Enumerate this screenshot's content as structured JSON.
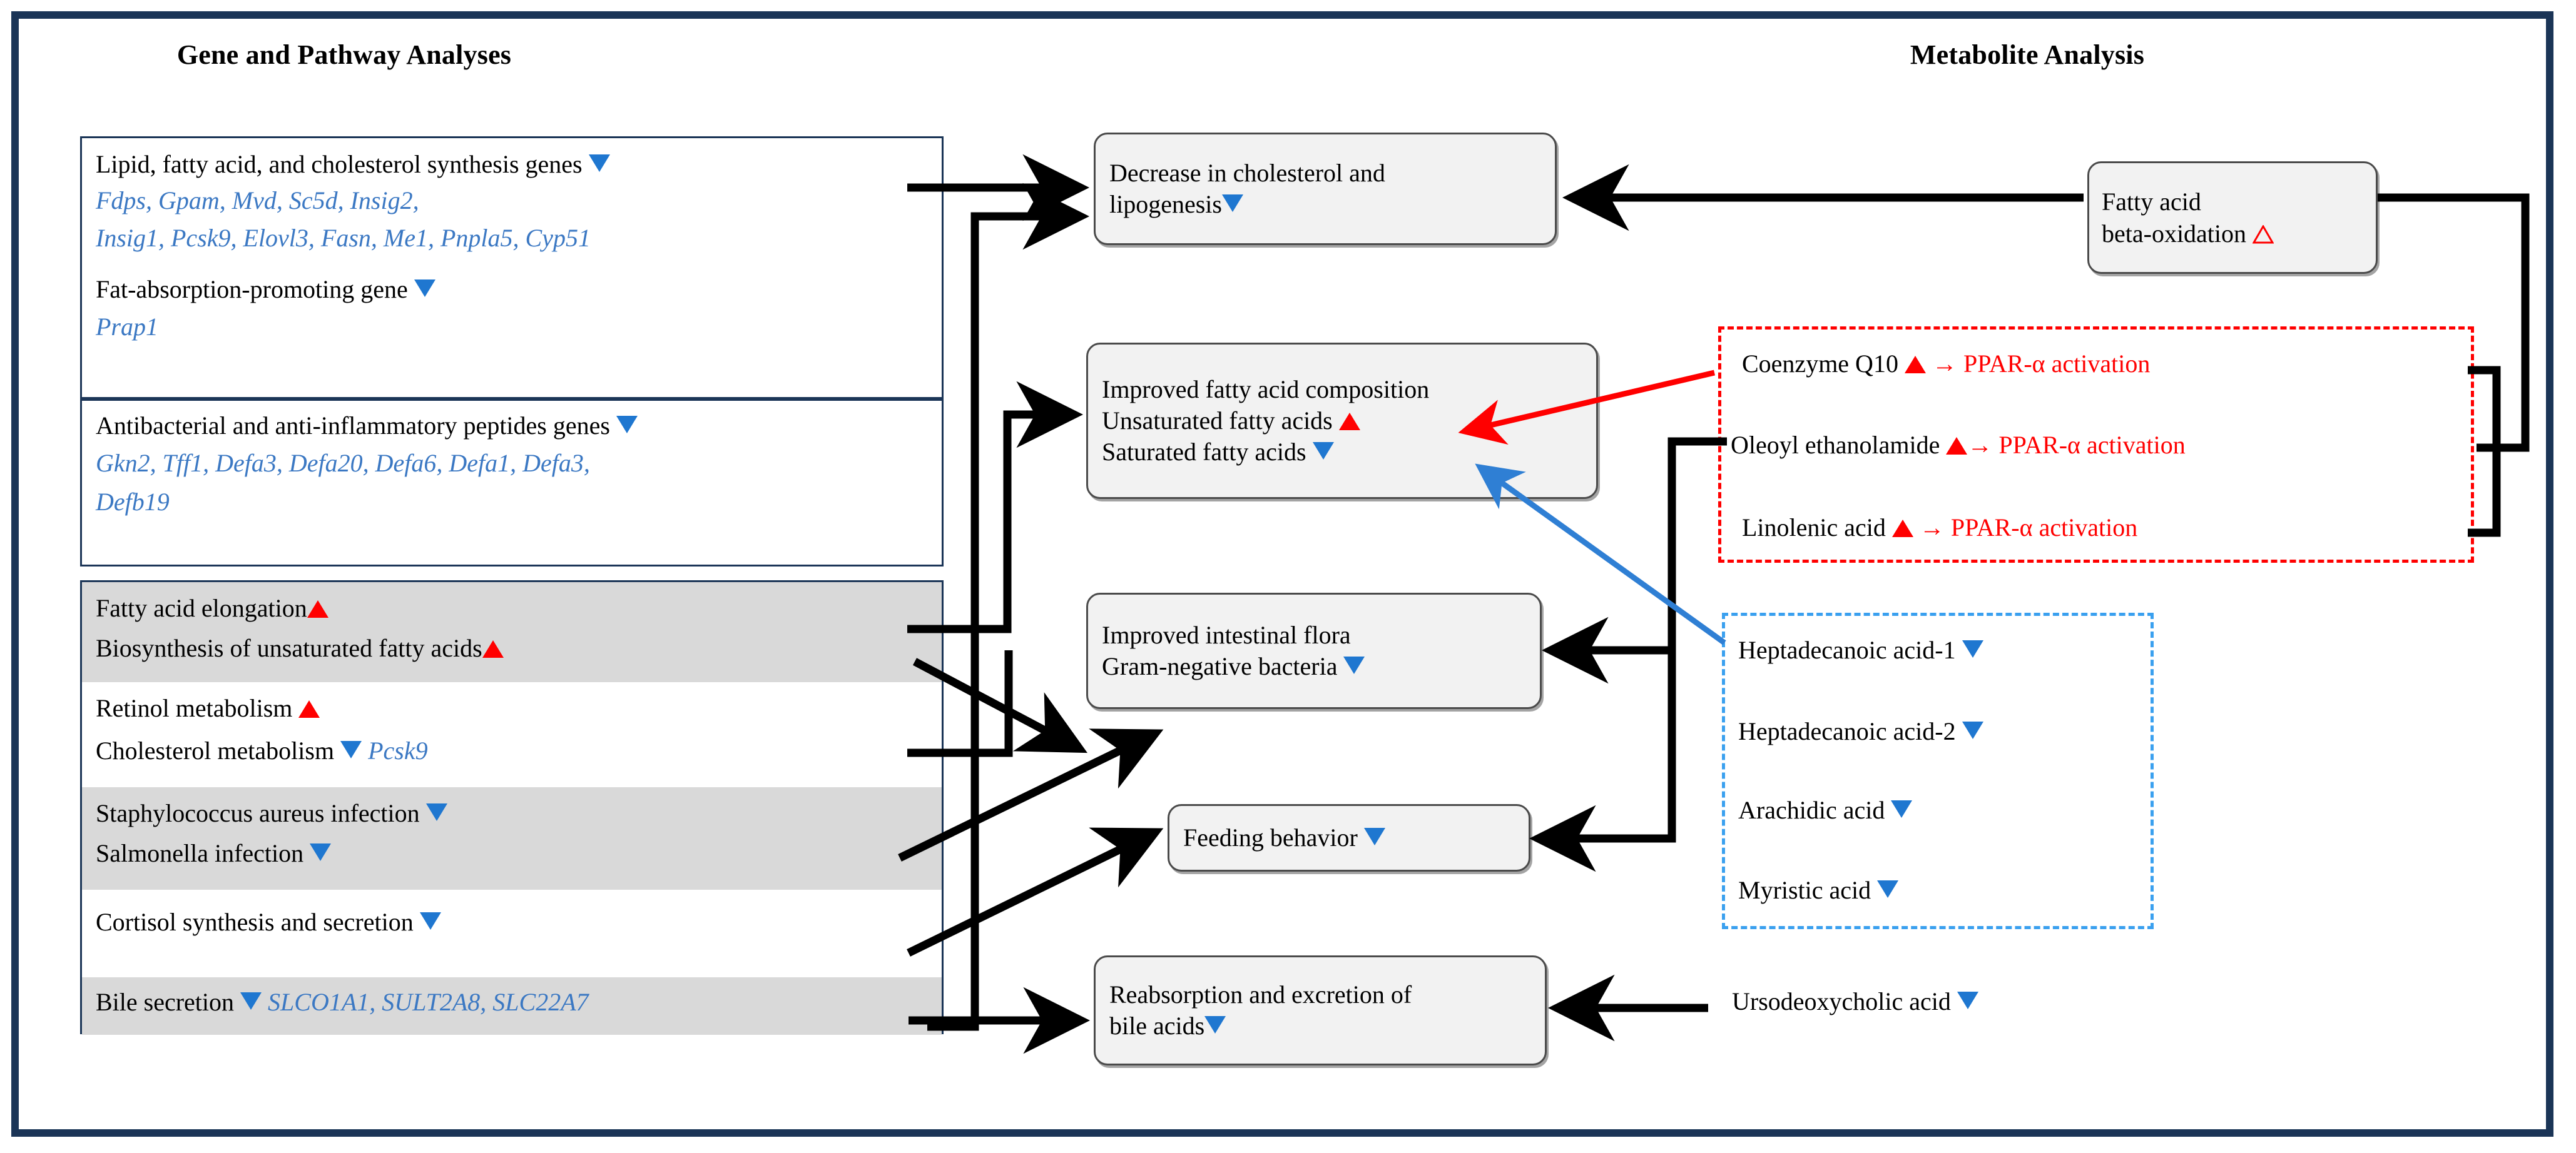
{
  "titles": {
    "left": "Gene and Pathway Analyses",
    "right": "Metabolite Analysis"
  },
  "colors": {
    "frame": "#1b3557",
    "up_marker": "#ff0000",
    "down_marker": "#1f77d0",
    "gene_text": "#3b78c3",
    "dashed_red": "#ff0000",
    "dashed_blue": "#3aa0ef",
    "box_fill": "#f2f2f2",
    "band_gray": "#d9d9d9"
  },
  "legend_markers": {
    "up": "▲",
    "down": "▼",
    "up_hollow": "△",
    "arrow_right": "→"
  },
  "gene_boxes": [
    {
      "id": "lipid-synthesis",
      "rows": [
        {
          "label": "Lipid, fatty acid, and cholesterol synthesis genes",
          "marker": "down"
        },
        {
          "genes": "Fdps, Gpam, Mvd, Sc5d, Insig2,"
        },
        {
          "genes": "Insig1, Pcsk9, Elovl3, Fasn, Me1, Pnpla5, Cyp51"
        },
        {
          "label": "Fat-absorption-promoting  gene",
          "marker": "down"
        },
        {
          "genes": "Prap1"
        }
      ]
    },
    {
      "id": "antibacterial-peptides",
      "rows": [
        {
          "label": "Antibacterial and anti-inflammatory peptides genes",
          "marker": "down"
        },
        {
          "genes": "Gkn2, Tff1, Defa3, Defa20, Defa6, Defa1, Defa3,"
        },
        {
          "genes": "Defb19"
        }
      ]
    }
  ],
  "pathway_bands": [
    {
      "id": "fatty-acid-elongation",
      "shade": "gray",
      "lines": [
        {
          "label": "Fatty acid elongation",
          "marker": "up",
          "gap": false
        },
        {
          "label": "Biosynthesis of unsaturated fatty acids",
          "marker": "up",
          "gap": false
        }
      ]
    },
    {
      "id": "retinol-cholesterol",
      "shade": "white",
      "lines": [
        {
          "label": "Retinol metabolism ",
          "marker": "up",
          "gap": true
        },
        {
          "label": "Cholesterol metabolism ",
          "marker": "down",
          "gap": true,
          "genes": "Pcsk9"
        }
      ]
    },
    {
      "id": "infections",
      "shade": "gray",
      "lines": [
        {
          "label": "Staphylococcus aureus infection ",
          "marker": "down",
          "gap": true
        },
        {
          "label": "Salmonella infection ",
          "marker": "down",
          "gap": true
        }
      ]
    },
    {
      "id": "cortisol",
      "shade": "white",
      "lines": [
        {
          "label": "Cortisol synthesis and secretion ",
          "marker": "down",
          "gap": true
        }
      ]
    },
    {
      "id": "bile-secretion",
      "shade": "gray",
      "lines": [
        {
          "label": "Bile secretion ",
          "marker": "down",
          "gap": true,
          "genes": "SLCO1A1, SULT2A8, SLC22A7"
        }
      ]
    }
  ],
  "outcome_boxes": [
    {
      "id": "cholesterol-lipogenesis",
      "lines": [
        {
          "text": "Decrease in cholesterol and",
          "marker": null
        },
        {
          "text": "lipogenesis",
          "marker": "down"
        }
      ]
    },
    {
      "id": "fatty-acid-composition",
      "lines": [
        {
          "text": "Improved fatty acid composition",
          "marker": null
        },
        {
          "text": "Unsaturated fatty acids ",
          "marker": "up"
        },
        {
          "text": "Saturated fatty acids ",
          "marker": "down"
        }
      ]
    },
    {
      "id": "intestinal-flora",
      "lines": [
        {
          "text": "Improved intestinal flora",
          "marker": null
        },
        {
          "text": "Gram-negative bacteria ",
          "marker": "down"
        }
      ]
    },
    {
      "id": "feeding-behavior",
      "lines": [
        {
          "text": "Feeding behavior ",
          "marker": "down"
        }
      ]
    },
    {
      "id": "bile-acids",
      "lines": [
        {
          "text": "Reabsorption and excretion of",
          "marker": null
        },
        {
          "text": "bile acids",
          "marker": "down"
        }
      ]
    }
  ],
  "metabolites": {
    "beta_oxidation_box": {
      "lines": [
        {
          "text": "Fatty acid",
          "marker": null
        },
        {
          "text": "beta-oxidation ",
          "marker": "up_hollow"
        }
      ]
    },
    "ppar_group": [
      {
        "name": "Coenzyme Q10 ",
        "marker": "up",
        "effect": " → PPAR-α activation"
      },
      {
        "name": "Oleoyl ethanolamide ",
        "marker": "up",
        "effect": "→ PPAR-α activation"
      },
      {
        "name": "Linolenic acid ",
        "marker": "up",
        "effect": " → PPAR-α activation"
      }
    ],
    "saturated_group": [
      {
        "name": "Heptadecanoic acid-1 ",
        "marker": "down"
      },
      {
        "name": " Heptadecanoic acid-2 ",
        "marker": "down"
      },
      {
        "name": "Arachidic acid ",
        "marker": "down"
      },
      {
        "name": "Myristic acid ",
        "marker": "down"
      }
    ],
    "standalone": [
      {
        "name": "Ursodeoxycholic acid ",
        "marker": "down"
      }
    ]
  }
}
